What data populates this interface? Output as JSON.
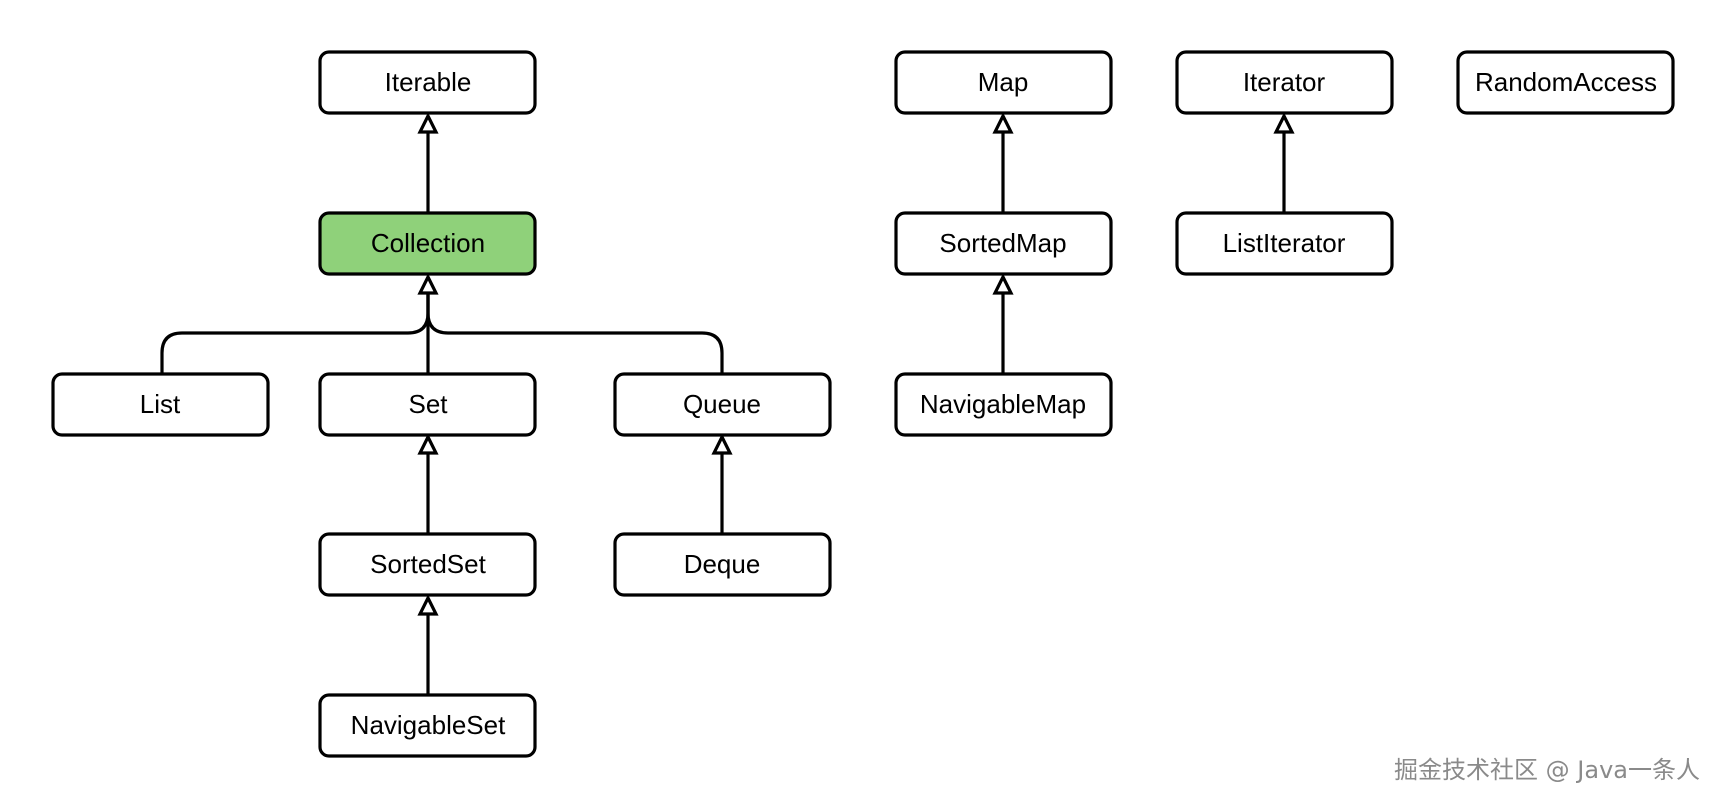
{
  "diagram": {
    "nodes": {
      "iterable": "Iterable",
      "collection": "Collection",
      "list": "List",
      "set": "Set",
      "queue": "Queue",
      "sorted_set": "SortedSet",
      "deque": "Deque",
      "navigable_set": "NavigableSet",
      "map": "Map",
      "sorted_map": "SortedMap",
      "navigable_map": "NavigableMap",
      "iterator": "Iterator",
      "list_iterator": "ListIterator",
      "random_access": "RandomAccess"
    },
    "relations": [
      [
        "collection",
        "iterable"
      ],
      [
        "list",
        "collection"
      ],
      [
        "set",
        "collection"
      ],
      [
        "queue",
        "collection"
      ],
      [
        "sorted_set",
        "set"
      ],
      [
        "navigable_set",
        "sorted_set"
      ],
      [
        "deque",
        "queue"
      ],
      [
        "sorted_map",
        "map"
      ],
      [
        "navigable_map",
        "sorted_map"
      ],
      [
        "list_iterator",
        "iterator"
      ]
    ],
    "highlight_color": "#8fd17a"
  },
  "watermark": "掘金技术社区 @ Java一条人"
}
